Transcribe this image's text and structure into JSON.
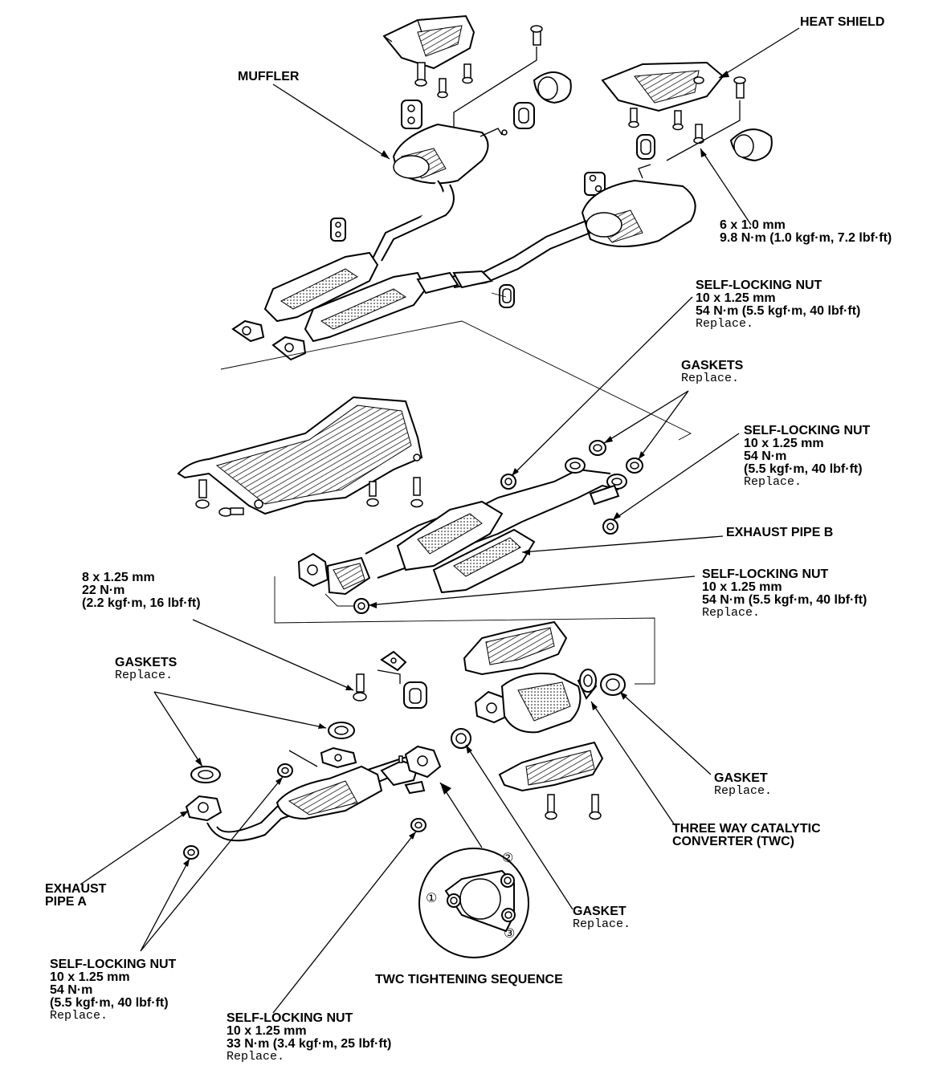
{
  "labels": {
    "heat_shield": "HEAT SHIELD",
    "muffler": "MUFFLER",
    "bolt_6x1": {
      "line1": "6 x 1.0 mm",
      "line2": "9.8 N·m (1.0 kgf·m, 7.2 lbf·ft)"
    },
    "nut_top": {
      "line1": "SELF-LOCKING NUT",
      "line2": "10 x 1.25 mm",
      "line3": "54 N·m (5.5 kgf·m, 40 lbf·ft)",
      "line4": "Replace."
    },
    "gaskets_top": {
      "line1": "GASKETS",
      "line2": "Replace."
    },
    "nut_right": {
      "line1": "SELF-LOCKING NUT",
      "line2": "10 x 1.25 mm",
      "line3": "54 N·m",
      "line4": "(5.5 kgf·m, 40 lbf·ft)",
      "line5": "Replace."
    },
    "exhaust_pipe_b": "EXHAUST PIPE B",
    "bolt_8x125": {
      "line1": "8 x 1.25 mm",
      "line2": "22 N·m",
      "line3": "(2.2 kgf·m, 16 lbf·ft)"
    },
    "nut_mid": {
      "line1": "SELF-LOCKING NUT",
      "line2": "10 x 1.25 mm",
      "line3": "54 N·m (5.5 kgf·m, 40 lbf·ft)",
      "line4": "Replace."
    },
    "gaskets_left": {
      "line1": "GASKETS",
      "line2": "Replace."
    },
    "gasket_right": {
      "line1": "GASKET",
      "line2": "Replace."
    },
    "twc": {
      "line1": "THREE WAY CATALYTIC",
      "line2": "CONVERTER (TWC)"
    },
    "exhaust_pipe_a": {
      "line1": "EXHAUST",
      "line2": "PIPE A"
    },
    "gasket_center": {
      "line1": "GASKET",
      "line2": "Replace."
    },
    "twc_sequence": "TWC TIGHTENING SEQUENCE",
    "nut_bottom_left": {
      "line1": "SELF-LOCKING NUT",
      "line2": "10 x 1.25 mm",
      "line3": "54 N·m",
      "line4": "(5.5 kgf·m, 40 lbf·ft)",
      "line5": "Replace."
    },
    "nut_bottom": {
      "line1": "SELF-LOCKING NUT",
      "line2": "10 x 1.25 mm",
      "line3": "33 N·m (3.4 kgf·m, 25 lbf·ft)",
      "line4": "Replace."
    }
  },
  "sequence_numbers": [
    "①",
    "②",
    "③"
  ]
}
